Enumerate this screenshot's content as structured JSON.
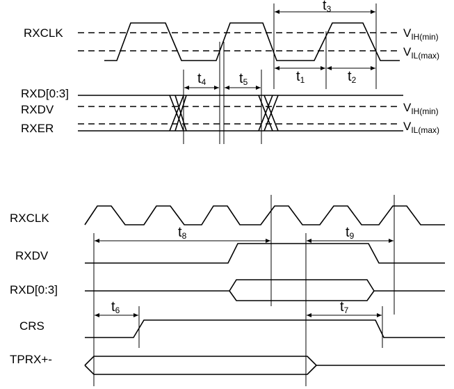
{
  "top": {
    "signals": [
      "RXCLK",
      "RXD[0:3]",
      "RXDV",
      "RXER"
    ],
    "thresholds": {
      "high": {
        "base": "V",
        "sub": "IH(min)"
      },
      "low": {
        "base": "V",
        "sub": "IL(max)"
      }
    },
    "timings": [
      {
        "base": "t",
        "sub": "3"
      },
      {
        "base": "t",
        "sub": "4"
      },
      {
        "base": "t",
        "sub": "5"
      },
      {
        "base": "t",
        "sub": "1"
      },
      {
        "base": "t",
        "sub": "2"
      }
    ]
  },
  "bottom": {
    "signals": [
      "RXCLK",
      "RXDV",
      "RXD[0:3]",
      "CRS",
      "TPRX+-"
    ],
    "timings": [
      {
        "base": "t",
        "sub": "8"
      },
      {
        "base": "t",
        "sub": "9"
      },
      {
        "base": "t",
        "sub": "6"
      },
      {
        "base": "t",
        "sub": "7"
      }
    ]
  }
}
